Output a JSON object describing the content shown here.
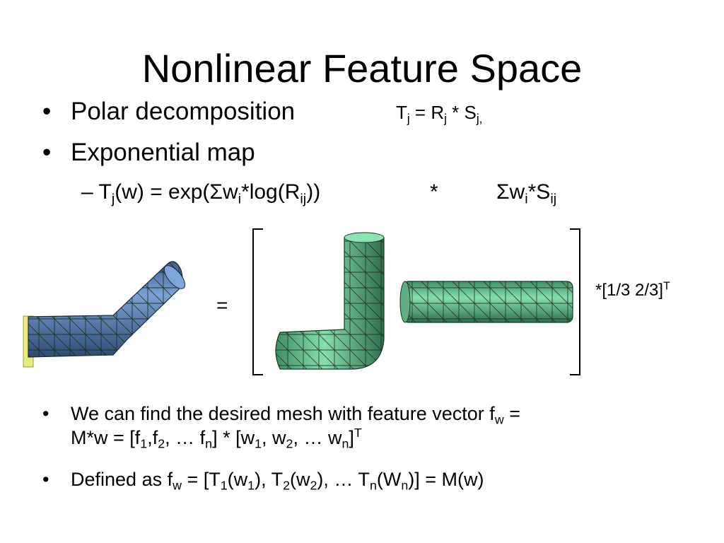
{
  "title": "Nonlinear Feature Space",
  "bullet_char": "•",
  "bullets_top": {
    "polar": {
      "label": "Polar decomposition",
      "f_T": "T",
      "f_j1": "j",
      "f_eq": " = R",
      "f_j2": "j",
      "f_star": " * S",
      "f_j3": "j,"
    },
    "exp": {
      "label": "Exponential map"
    },
    "formula": {
      "dash": "–",
      "T": "T",
      "j": "j",
      "a": "(w) = exp(Σw",
      "i1": "i",
      "b": "*log(R",
      "ij1": "ij",
      "c": "))",
      "star": "*",
      "d": "Σw",
      "i2": "i",
      "e": "*S",
      "ij2": "ij"
    }
  },
  "figure": {
    "equals": "=",
    "weights": {
      "a": "*[1/3   2/3]",
      "T": "T"
    }
  },
  "bullets_bottom": {
    "b1": {
      "a": "We can find the desired mesh with feature vector f",
      "w": "w",
      "b": " =",
      "c": "M*w = [f",
      "n1": "1",
      "d": ",f",
      "n2": "2",
      "e": ", … f",
      "n": "n",
      "f": "] * [w",
      "m1": "1",
      "g": ", w",
      "m2": "2",
      "h": ", … w",
      "nn": "n",
      "i": "]",
      "T": "T"
    },
    "b2": {
      "a": "Defined as  f",
      "w": "w",
      "b": " = [T",
      "s1": "1",
      "c": "(w",
      "s2": "1",
      "d": "), T",
      "s3": "2",
      "e": "(w",
      "s4": "2",
      "f": "), … T",
      "n1": "n",
      "g": "(W",
      "n2": "n",
      "h": ")] = M(w)"
    }
  },
  "colors": {
    "blue_mesh": "#5b82b8",
    "green_mesh": "#6cc896",
    "yellow_cap": "#e8ec7a"
  }
}
